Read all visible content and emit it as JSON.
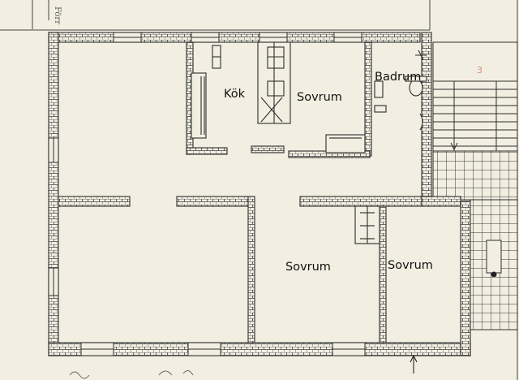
{
  "plan": {
    "rooms": [
      {
        "id": "kok",
        "label": "Kök"
      },
      {
        "id": "sovrum-1",
        "label": "Sovrum"
      },
      {
        "id": "badrum",
        "label": "Badrum"
      },
      {
        "id": "sovrum-2",
        "label": "Sovrum"
      },
      {
        "id": "sovrum-3",
        "label": "Sovrum"
      }
    ],
    "colors": {
      "paper": "#f2efe2",
      "ink": "#3c3c3c",
      "label": "#111111",
      "accent": "#d98a7a"
    }
  }
}
